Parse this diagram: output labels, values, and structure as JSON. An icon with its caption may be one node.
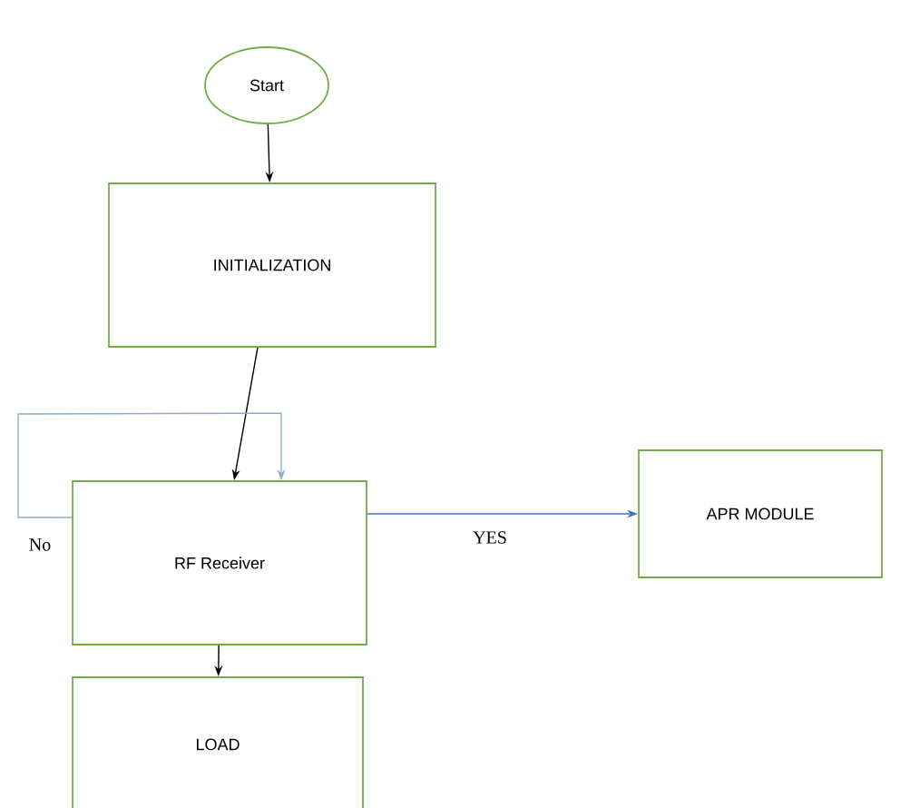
{
  "diagram": {
    "nodes": [
      {
        "text": [
          "Start"
        ]
      },
      {
        "text": [
          "INITIALIZATION"
        ]
      },
      {
        "text": [
          "RF Receiver"
        ]
      },
      {
        "text": [
          "APR MODULE"
        ]
      },
      {
        "text": [
          "LOAD"
        ]
      }
    ],
    "edges": [
      {
        "from": 0,
        "to": 1,
        "arrow": "to"
      },
      {
        "from": 1,
        "to": 2,
        "arrow": "to"
      },
      {
        "from": 2,
        "to": 2,
        "arrow": "to",
        "label": "No",
        "color": "#8eaacb"
      },
      {
        "from": 2,
        "to": 3,
        "arrow": "to",
        "label": "YES",
        "color": "#4472c4"
      },
      {
        "from": 2,
        "to": 4,
        "arrow": "to"
      }
    ]
  }
}
